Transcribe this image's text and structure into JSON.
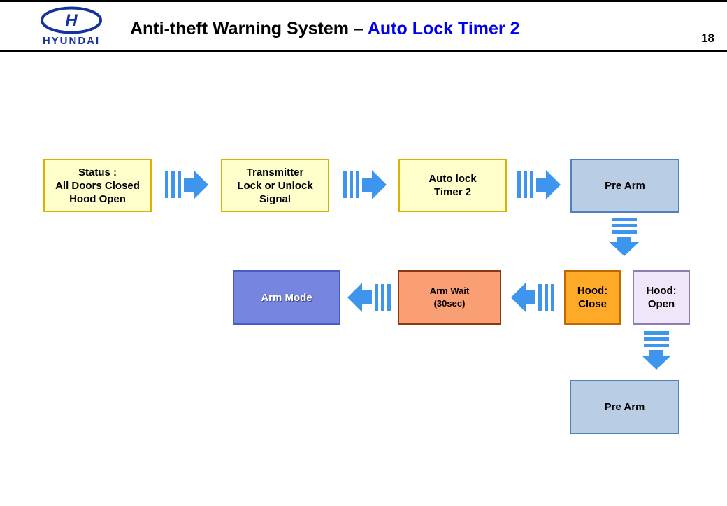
{
  "header": {
    "brand": "HYUNDAI",
    "title_black": "Anti-theft Warning System – ",
    "title_blue": "Auto Lock Timer 2",
    "page_number": "18"
  },
  "diagram": {
    "nodes": {
      "status": {
        "lines": [
          "Status :",
          "All Doors Closed",
          "Hood Open"
        ]
      },
      "transmitter": {
        "lines": [
          "Transmitter",
          "Lock or Unlock",
          "Signal"
        ]
      },
      "auto_lock": {
        "lines": [
          "Auto lock",
          "Timer 2"
        ]
      },
      "pre_arm_1": {
        "lines": [
          "Pre Arm"
        ]
      },
      "arm_mode": {
        "lines": [
          "Arm Mode"
        ]
      },
      "arm_wait": {
        "lines": [
          "Arm Wait",
          "(30sec)"
        ]
      },
      "hood_close": {
        "lines": [
          "Hood:",
          "Close"
        ]
      },
      "hood_open": {
        "lines": [
          "Hood:",
          "Open"
        ]
      },
      "pre_arm_2": {
        "lines": [
          "Pre Arm"
        ]
      }
    },
    "colors": {
      "arrow-blue": "#3D95EE",
      "cream-fill": "#FFFFCC",
      "cream-border": "#D9B300",
      "blue-fill": "#B9CDE5",
      "blue-border": "#4F81BD",
      "armmode-fill": "#7585E0",
      "armmode-border": "#4A5BC4",
      "armwait-fill": "#FA9E73",
      "armwait-border": "#8A3A10",
      "hoodclose-fill": "#FFA928",
      "hoodclose-border": "#BE6800",
      "hoodopen-fill": "#EFE7F9",
      "hoodopen-border": "#8F7BB5",
      "brand-blue": "#15339E",
      "title-blue": "#0000F0"
    }
  }
}
